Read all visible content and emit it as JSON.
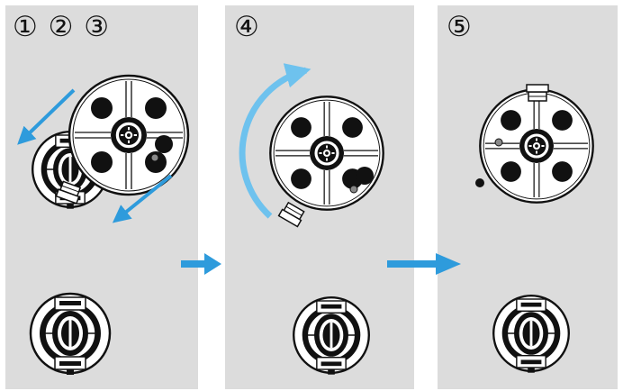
{
  "steps": [
    {
      "label": "① ② ③"
    },
    {
      "label": "④"
    },
    {
      "label": "⑤"
    }
  ],
  "colors": {
    "panel_bg": "#dcdcdc",
    "arrow": "#2e9bdc",
    "rotate_arrow": "#6ec2ee",
    "line": "#111111"
  },
  "icons": {
    "motion": "diagonal-arrow-icon",
    "rotation": "curved-rotate-arrow-icon",
    "next": "right-arrow-icon"
  }
}
